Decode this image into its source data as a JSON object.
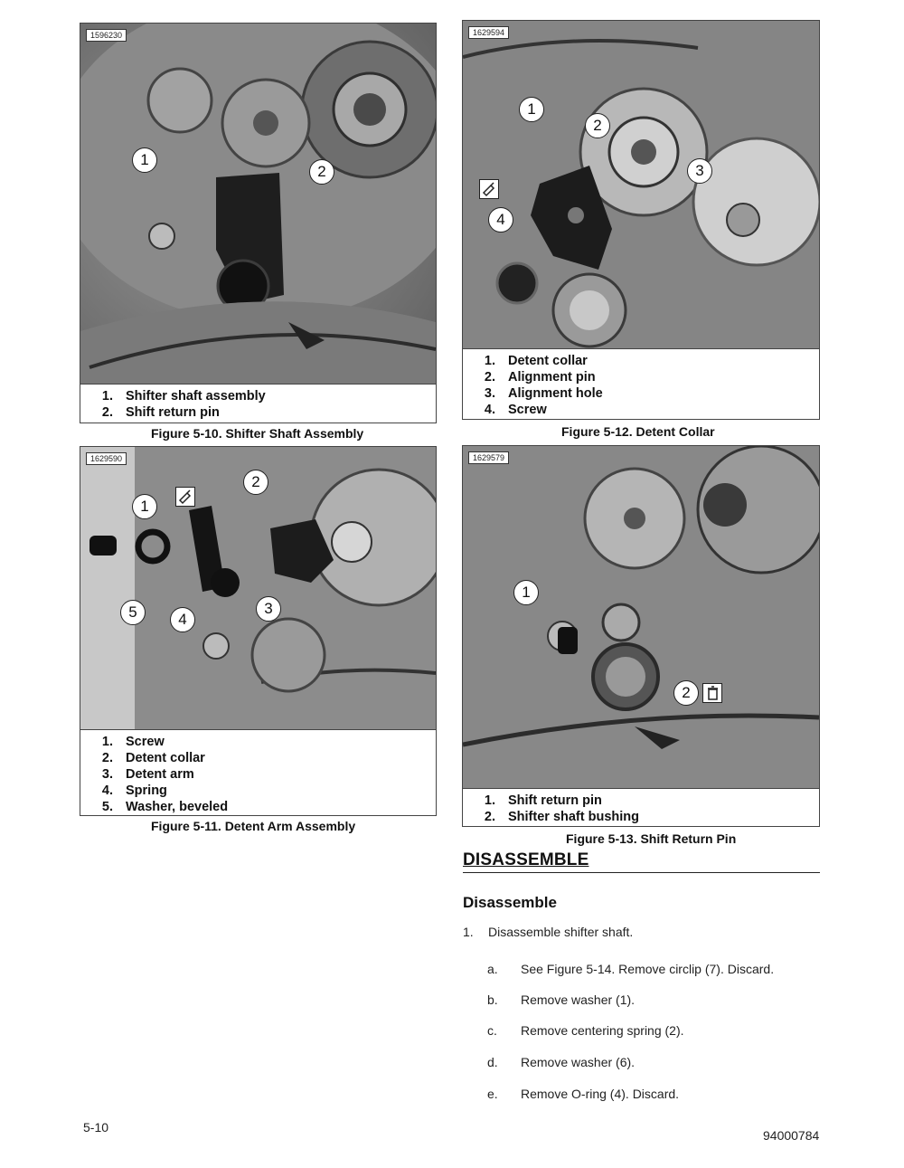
{
  "figures": [
    {
      "id": "fig-5-10",
      "photo_id": "1596230",
      "callouts": [
        "1",
        "2"
      ],
      "legend": [
        {
          "num": "1.",
          "text": "Shifter shaft assembly"
        },
        {
          "num": "2.",
          "text": "Shift return pin"
        }
      ],
      "caption": "Figure 5-10. Shifter Shaft Assembly"
    },
    {
      "id": "fig-5-12",
      "photo_id": "1629594",
      "callouts": [
        "1",
        "2",
        "3",
        "4"
      ],
      "legend": [
        {
          "num": "1.",
          "text": "Detent collar"
        },
        {
          "num": "2.",
          "text": "Alignment pin"
        },
        {
          "num": "3.",
          "text": "Alignment hole"
        },
        {
          "num": "4.",
          "text": "Screw"
        }
      ],
      "caption": "Figure 5-12. Detent Collar"
    },
    {
      "id": "fig-5-11",
      "photo_id": "1629590",
      "callouts": [
        "1",
        "2",
        "3",
        "4",
        "5"
      ],
      "legend": [
        {
          "num": "1.",
          "text": "Screw"
        },
        {
          "num": "2.",
          "text": "Detent collar"
        },
        {
          "num": "3.",
          "text": "Detent arm"
        },
        {
          "num": "4.",
          "text": "Spring"
        },
        {
          "num": "5.",
          "text": "Washer, beveled"
        }
      ],
      "caption": "Figure 5-11. Detent Arm Assembly"
    },
    {
      "id": "fig-5-13",
      "photo_id": "1629579",
      "callouts": [
        "1",
        "2"
      ],
      "legend": [
        {
          "num": "1.",
          "text": "Shift return pin"
        },
        {
          "num": "2.",
          "text": "Shifter shaft bushing"
        }
      ],
      "caption": "Figure 5-13. Shift Return Pin"
    }
  ],
  "section": {
    "heading": "DISASSEMBLE",
    "subheading": "Disassemble",
    "step": {
      "marker": "1.",
      "text": "Disassemble shifter shaft."
    },
    "substeps": [
      {
        "marker": "a.",
        "text": "See Figure 5-14. Remove circlip (7). Discard."
      },
      {
        "marker": "b.",
        "text": "Remove washer (1)."
      },
      {
        "marker": "c.",
        "text": "Remove centering spring (2)."
      },
      {
        "marker": "d.",
        "text": "Remove washer (6)."
      },
      {
        "marker": "e.",
        "text": "Remove O-ring (4). Discard."
      }
    ]
  },
  "footer": {
    "page_number": "5-10",
    "document_number": "94000784"
  }
}
